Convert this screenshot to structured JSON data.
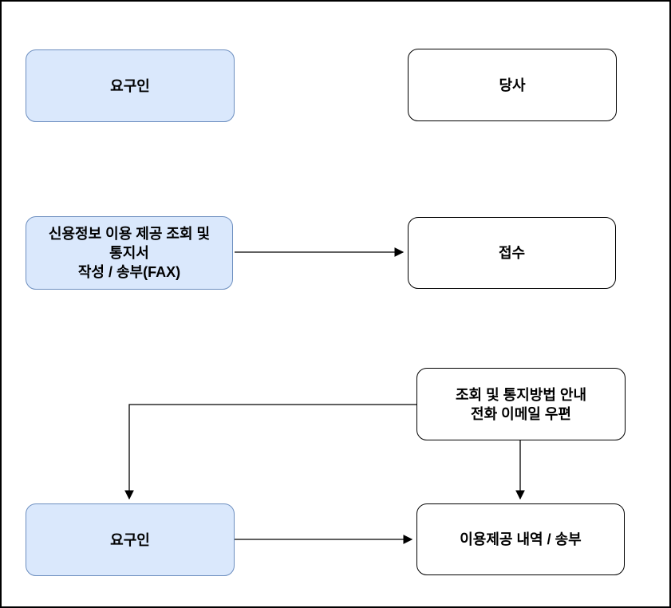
{
  "diagram": {
    "type": "flowchart",
    "colors": {
      "actor_fill": "#DAE8FC",
      "actor_border": "#6C8EBF",
      "process_fill": "#FFFFFF",
      "process_border": "#000000",
      "arrow": "#000000",
      "background": "#FFFFFF",
      "frame_border": "#000000"
    },
    "nodes": {
      "requester_top": {
        "label": "요구인",
        "style": "blue"
      },
      "company": {
        "label": "당사",
        "style": "white"
      },
      "notice_form": {
        "label": "신용정보 이용 제공 조회 및\n통지서\n작성 / 송부(FAX)",
        "style": "blue"
      },
      "receipt": {
        "label": "접수",
        "style": "white"
      },
      "guide": {
        "label": "조회 및 통지방법 안내\n전화 이메일 우편",
        "style": "white"
      },
      "requester_bottom": {
        "label": "요구인",
        "style": "blue"
      },
      "usage_history": {
        "label": "이용제공 내역 / 송부",
        "style": "white"
      }
    },
    "edges": [
      {
        "from": "notice_form",
        "to": "receipt",
        "shape": "straight-right"
      },
      {
        "from": "guide",
        "to": "requester_bottom",
        "shape": "elbow-left-down"
      },
      {
        "from": "guide",
        "to": "usage_history",
        "shape": "straight-down"
      },
      {
        "from": "requester_bottom",
        "to": "usage_history",
        "shape": "straight-right"
      }
    ]
  }
}
